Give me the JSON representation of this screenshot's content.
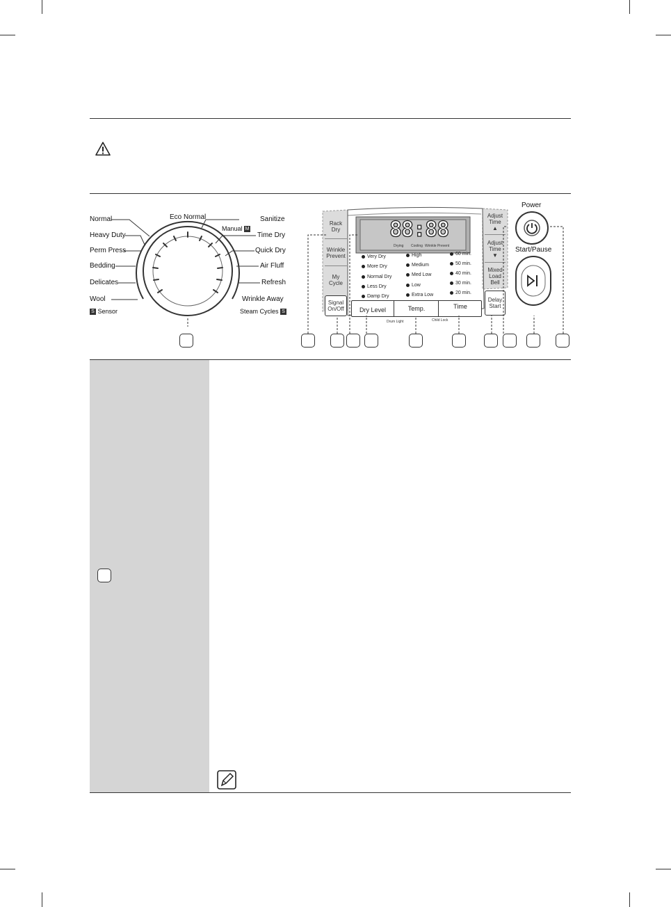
{
  "dial": {
    "left_labels": [
      "Normal",
      "Heavy Duty",
      "Perm Press",
      "Bedding",
      "Delicates",
      "Wool"
    ],
    "left_sub": "Sensor",
    "top_label": "Eco Normal",
    "right_labels": [
      "Sanitize",
      "Time Dry",
      "Quick Dry",
      "Air Fluff",
      "Refresh",
      "Wrinkle Away"
    ],
    "manual": "Manual",
    "steam": "Steam Cycles"
  },
  "panel": {
    "left_buttons": [
      "Rack Dry",
      "Wrinkle Prevent",
      "My Cycle",
      "Signal On/Off"
    ],
    "right_buttons": [
      "Adjust Time",
      "Adjust Time",
      "Mixed Load Bell",
      "Delay Start"
    ],
    "display": "88:88",
    "display_sub": [
      "Drying",
      "Cooling",
      "Wrinkle Prevent"
    ],
    "dry_level": [
      "Very Dry",
      "More Dry",
      "Normal Dry",
      "Less Dry",
      "Damp Dry"
    ],
    "temp": [
      "High",
      "Medium",
      "Med Low",
      "Low",
      "Extra Low"
    ],
    "time": [
      "60 min.",
      "50 min.",
      "40 min.",
      "30 min.",
      "20 min."
    ],
    "tabs": [
      "Dry Level",
      "Temp.",
      "Time"
    ],
    "sub_labels": [
      "Drum Light",
      "Child Lock"
    ],
    "power_label": "Power",
    "start_label": "Start/Pause"
  }
}
